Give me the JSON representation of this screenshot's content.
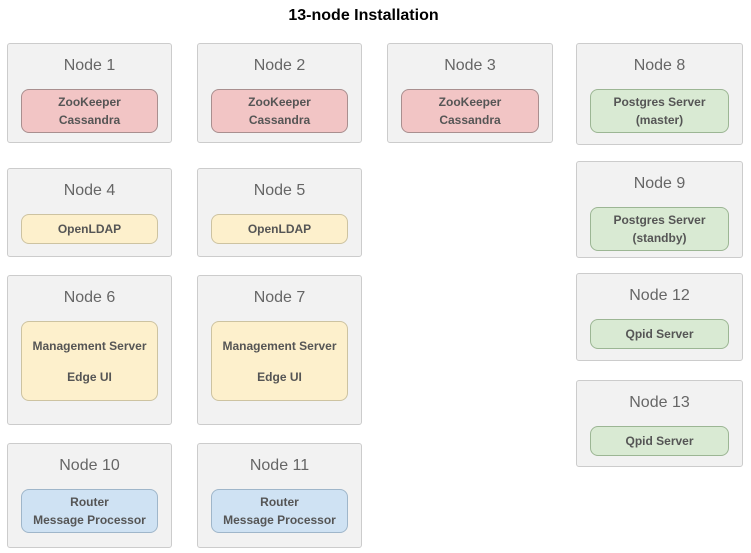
{
  "title": "13-node Installation",
  "colors": {
    "node_bg": "#f2f2f2",
    "node_border": "#cccccc",
    "node_title": "#666666",
    "pill_text": "#555555",
    "title_text": "#000000",
    "pink": {
      "bg": "#f2c5c5",
      "border": "#a98f8f"
    },
    "yellow": {
      "bg": "#fdf0cc",
      "border": "#cdc3a1"
    },
    "green": {
      "bg": "#d9ead3",
      "border": "#9cb694"
    },
    "blue": {
      "bg": "#cfe2f3",
      "border": "#9fb6ca"
    }
  },
  "nodes": [
    {
      "id": "node-1",
      "label": "Node 1",
      "color": "pink",
      "services": [
        "ZooKeeper",
        "Cassandra"
      ]
    },
    {
      "id": "node-2",
      "label": "Node 2",
      "color": "pink",
      "services": [
        "ZooKeeper",
        "Cassandra"
      ]
    },
    {
      "id": "node-3",
      "label": "Node 3",
      "color": "pink",
      "services": [
        "ZooKeeper",
        "Cassandra"
      ]
    },
    {
      "id": "node-8",
      "label": "Node 8",
      "color": "green",
      "services": [
        "Postgres Server",
        "(master)"
      ]
    },
    {
      "id": "node-4",
      "label": "Node 4",
      "color": "yellow",
      "services": [
        "OpenLDAP"
      ]
    },
    {
      "id": "node-5",
      "label": "Node 5",
      "color": "yellow",
      "services": [
        "OpenLDAP"
      ]
    },
    {
      "id": "node-9",
      "label": "Node 9",
      "color": "green",
      "services": [
        "Postgres Server",
        "(standby)"
      ]
    },
    {
      "id": "node-6",
      "label": "Node 6",
      "color": "yellow",
      "services": [
        "Management Server",
        "Edge UI"
      ]
    },
    {
      "id": "node-7",
      "label": "Node 7",
      "color": "yellow",
      "services": [
        "Management Server",
        "Edge UI"
      ]
    },
    {
      "id": "node-12",
      "label": "Node 12",
      "color": "green",
      "services": [
        "Qpid Server"
      ]
    },
    {
      "id": "node-13",
      "label": "Node 13",
      "color": "green",
      "services": [
        "Qpid Server"
      ]
    },
    {
      "id": "node-10",
      "label": "Node 10",
      "color": "blue",
      "services": [
        "Router",
        "Message Processor"
      ]
    },
    {
      "id": "node-11",
      "label": "Node 11",
      "color": "blue",
      "services": [
        "Router",
        "Message Processor"
      ]
    }
  ]
}
